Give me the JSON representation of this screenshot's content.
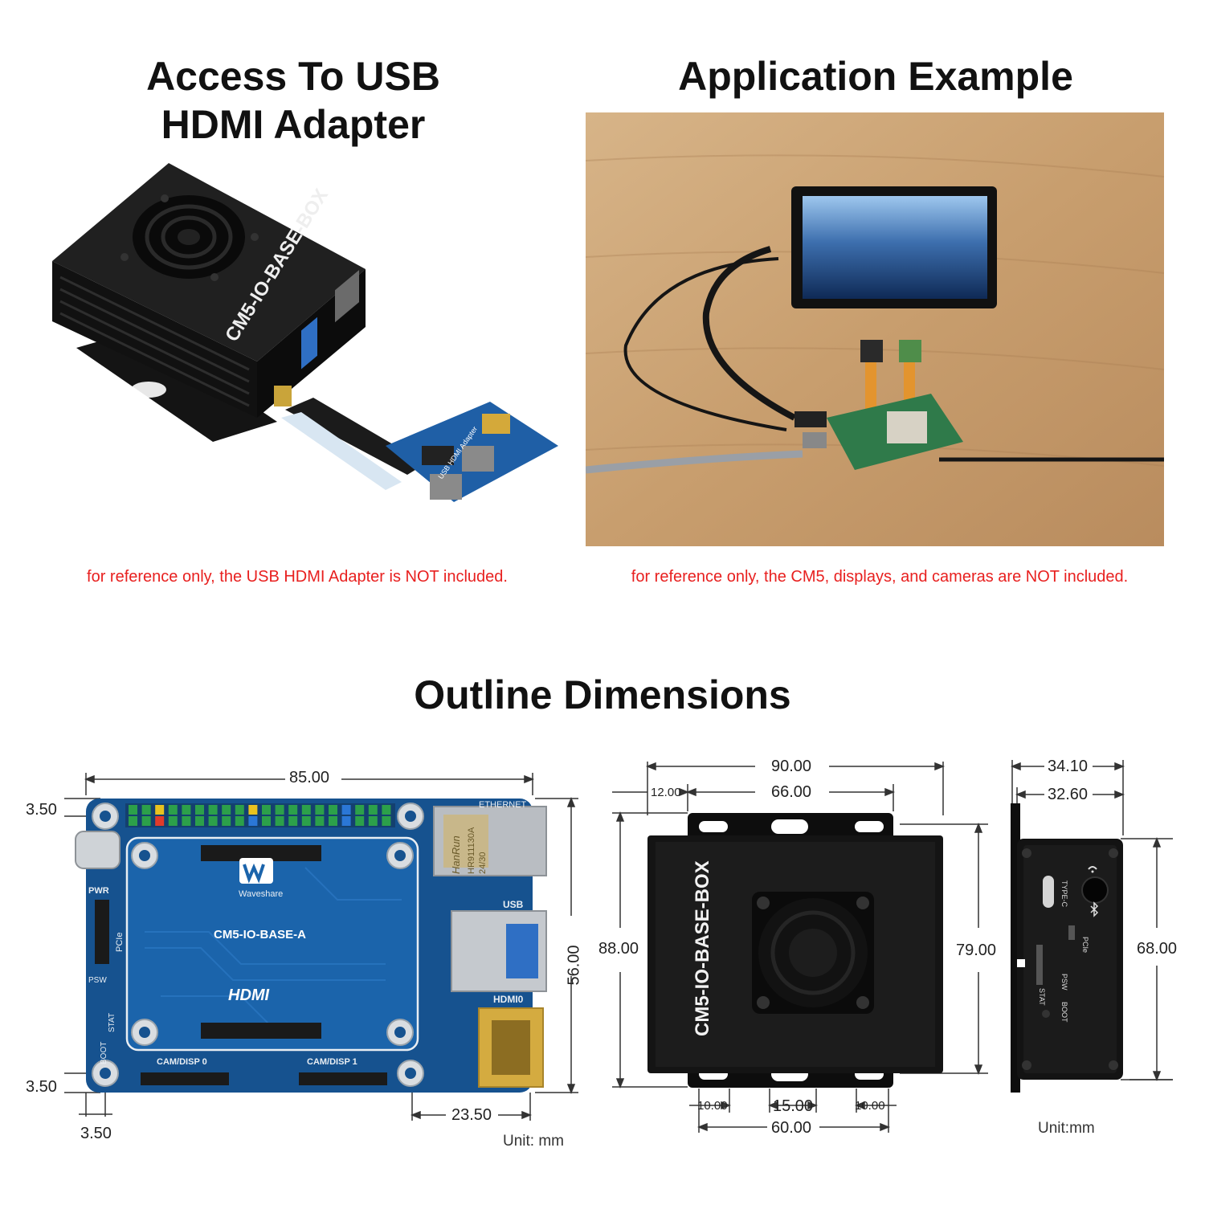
{
  "headings": {
    "access": [
      "Access To USB",
      "HDMI Adapter"
    ],
    "application": "Application Example",
    "outline": "Outline Dimensions"
  },
  "notes": {
    "adapter": "for reference only, the USB HDMI Adapter is NOT included.",
    "cm5": "for reference only, the CM5, displays, and cameras are NOT included."
  },
  "box_label": "CM5-IO-BASE-BOX",
  "adapter_label": "USB HDMI Adapter",
  "board": {
    "name": "CM5-IO-BASE-A",
    "brand": "Waveshare",
    "labels": {
      "ethernet": "ETHERNET",
      "usb": "USB",
      "pwr": "PWR",
      "pcie": "PCIe",
      "psw": "PSW",
      "stat": "STAT",
      "boot": "BOOT",
      "hdmi0": "HDMI0",
      "hdmi_logo": "HDMI",
      "cam0": "CAM/DISP 0",
      "cam1": "CAM/DISP 1",
      "eth_chip": [
        "HanRun",
        "HR911130A",
        "24/30"
      ]
    },
    "dims": {
      "width": "85.00",
      "height": "56.00",
      "top_offset": "3.50",
      "bottom_offset": "3.50",
      "left_offset": "3.50",
      "hdmi_offset": "23.50"
    },
    "unit": "Unit: mm"
  },
  "box_top": {
    "dims": {
      "overall_width": "90.00",
      "inner_width": "66.00",
      "left_inset": "12.00",
      "overall_height": "88.00",
      "body_height": "79.00",
      "slot_left": "10.00",
      "slot_mid": "15.00",
      "slot_right": "10.00",
      "bottom_width": "60.00"
    }
  },
  "box_side": {
    "labels": {
      "typec": "TYPE-C",
      "pcie": "PCIe",
      "psw": "PSW",
      "stat": "STAT",
      "boot": "BOOT"
    },
    "dims": {
      "width": "34.10",
      "inner_width": "32.60",
      "height": "68.00"
    },
    "unit": "Unit:mm"
  }
}
